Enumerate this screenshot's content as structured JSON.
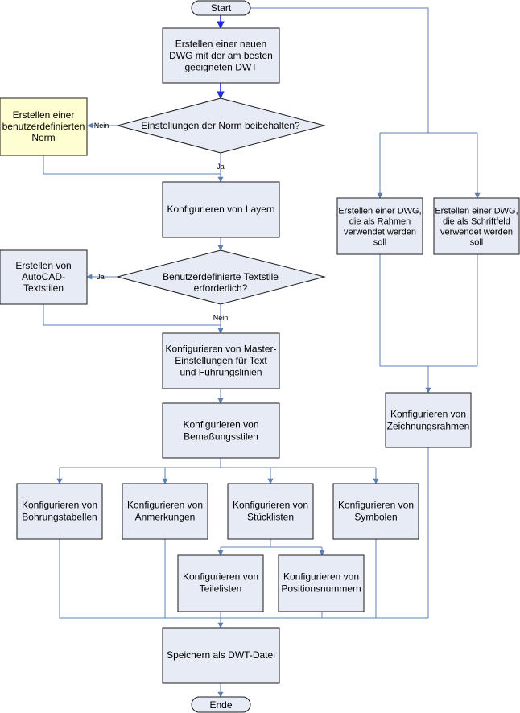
{
  "nodes": {
    "start": "Start",
    "end": "Ende",
    "create_dwg": [
      "Erstellen einer neuen",
      "DWG mit der am besten",
      "geeigneten DWT"
    ],
    "keep_norm": [
      "Einstellungen der Norm beibehalten?"
    ],
    "custom_norm": [
      "Erstellen einer",
      "benutzerdefinierten",
      "Norm"
    ],
    "layers": [
      "Konfigurieren von Layern"
    ],
    "need_textstyles": [
      "Benutzerdefinierte Textstile",
      "erforderlich?"
    ],
    "autocad_textstyles": [
      "Erstellen von",
      "AutoCAD-",
      "Textstilen"
    ],
    "master_settings": [
      "Konfigurieren von Master-",
      "Einstellungen für Text",
      "und Führungslinien"
    ],
    "dimstyles": [
      "Konfigurieren von",
      "Bemaßungsstilen"
    ],
    "holetables": [
      "Konfigurieren von",
      "Bohrungstabellen"
    ],
    "annotations": [
      "Konfigurieren von",
      "Anmerkungen"
    ],
    "bom": [
      "Konfigurieren von",
      "Stücklisten"
    ],
    "symbols": [
      "Konfigurieren von",
      "Symbolen"
    ],
    "partslists": [
      "Konfigurieren von",
      "Teilelisten"
    ],
    "balloons": [
      "Konfigurieren von",
      "Positionsnummern"
    ],
    "save_dwt": [
      "Speichern als DWT-Datei"
    ],
    "frame_dwg": [
      "Erstellen einer DWG,",
      "die als Rahmen",
      "verwendet werden",
      "soll"
    ],
    "titleblock_dwg": [
      "Erstellen einer DWG,",
      "die als Schriftfeld",
      "verwendet werden",
      "soll"
    ],
    "drawing_frames": [
      "Konfigurieren von",
      "Zeichnungsrahmen"
    ]
  },
  "edge_labels": {
    "no1": "Nein",
    "yes1": "Ja",
    "yes2": "Ja",
    "no2": "Nein"
  },
  "colors": {
    "box_fill": "#e6ebf5",
    "highlight_fill": "#ffffd2",
    "connector": "#5b7fb5",
    "main_arrow": "#1f2fd8"
  }
}
